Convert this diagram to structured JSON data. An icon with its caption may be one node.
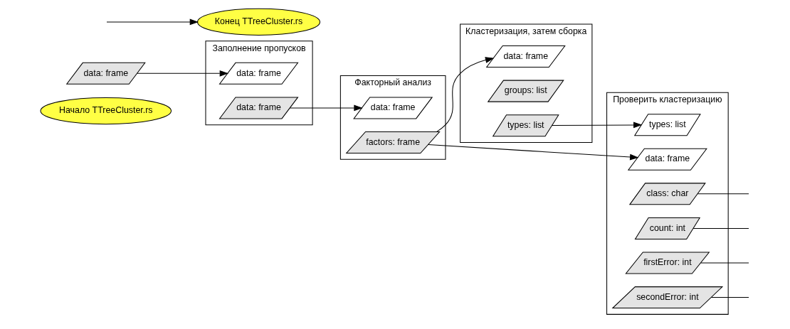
{
  "diagram": {
    "nodes": [
      {
        "text": [
          "Начало TTreeCluster.rs"
        ]
      },
      {
        "text": [
          "data: frame"
        ]
      },
      {
        "text": [
          "Заполнение пропусков"
        ]
      },
      {
        "text": [
          "data: frame"
        ],
        "in": 2
      },
      {
        "text": [
          "data: frame"
        ],
        "in": 2
      },
      {
        "text": [
          "Факторный анализ"
        ]
      },
      {
        "text": [
          "data: frame"
        ],
        "in": 5
      },
      {
        "text": [
          "factors: frame"
        ],
        "in": 5
      },
      {
        "text": [
          "Кластеризация, затем сборка"
        ]
      },
      {
        "text": [
          "data: frame"
        ],
        "in": 8
      },
      {
        "text": [
          "groups: list"
        ],
        "in": 8
      },
      {
        "text": [
          "types: list"
        ],
        "in": 8
      },
      {
        "text": [
          "Проверить кластеризацию"
        ]
      },
      {
        "text": [
          "data: frame"
        ],
        "in": 12
      },
      {
        "text": [
          "types: list"
        ],
        "in": 12
      },
      {
        "text": [
          "class: char"
        ],
        "in": 12
      },
      {
        "text": [
          "count: int"
        ],
        "in": 12
      },
      {
        "text": [
          "firstError: int"
        ],
        "in": 12
      },
      {
        "text": [
          "secondError: int"
        ],
        "in": 12
      },
      {
        "text": [
          "Конец TTreeCluster.rs"
        ]
      }
    ],
    "edges": [
      {
        "from": 1,
        "to": 3,
        "arrow": "to"
      },
      {
        "from": 4,
        "to": 6,
        "arrow": "to"
      },
      {
        "from": 7,
        "to": 9,
        "arrow": "to"
      },
      {
        "from": 7,
        "to": 13,
        "arrow": "to"
      },
      {
        "from": 11,
        "to": 14,
        "arrow": "to"
      },
      {
        "from": 15,
        "to": null,
        "arrow": "none"
      },
      {
        "from": 16,
        "to": null,
        "arrow": "none"
      },
      {
        "from": 17,
        "to": null,
        "arrow": "none"
      },
      {
        "from": 18,
        "to": null,
        "arrow": "none"
      },
      {
        "from": null,
        "to": 19,
        "arrow": "to"
      }
    ]
  }
}
